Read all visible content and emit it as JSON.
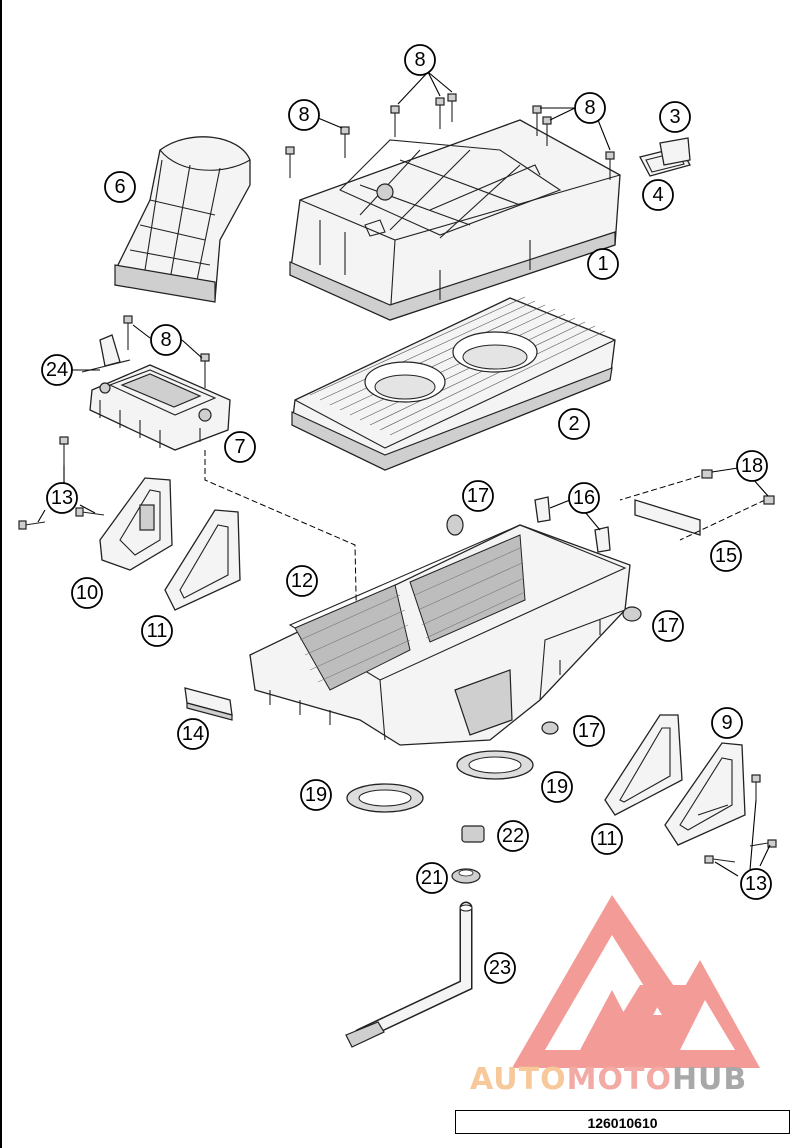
{
  "diagram_code": "126010610",
  "watermark": {
    "brand_part1": "AUTO",
    "brand_part2": "MOTO",
    "brand_part3": "HUB",
    "colors": {
      "auto": "#f6c89a",
      "moto": "#f3a9a4",
      "hub": "#a8a8a8",
      "logo": "#f28b85"
    }
  },
  "callouts": [
    {
      "id": "c8a",
      "label": "8"
    },
    {
      "id": "c8b",
      "label": "8"
    },
    {
      "id": "c8c",
      "label": "8"
    },
    {
      "id": "c8d",
      "label": "8"
    },
    {
      "id": "c3",
      "label": "3"
    },
    {
      "id": "c4",
      "label": "4"
    },
    {
      "id": "c1",
      "label": "1"
    },
    {
      "id": "c6",
      "label": "6"
    },
    {
      "id": "c2",
      "label": "2"
    },
    {
      "id": "c24",
      "label": "24"
    },
    {
      "id": "c7",
      "label": "7"
    },
    {
      "id": "c13a",
      "label": "13"
    },
    {
      "id": "c10",
      "label": "10"
    },
    {
      "id": "c11a",
      "label": "11"
    },
    {
      "id": "c12",
      "label": "12"
    },
    {
      "id": "c17a",
      "label": "17"
    },
    {
      "id": "c16",
      "label": "16"
    },
    {
      "id": "c18",
      "label": "18"
    },
    {
      "id": "c15",
      "label": "15"
    },
    {
      "id": "c17b",
      "label": "17"
    },
    {
      "id": "c14",
      "label": "14"
    },
    {
      "id": "c17c",
      "label": "17"
    },
    {
      "id": "c9",
      "label": "9"
    },
    {
      "id": "c19a",
      "label": "19"
    },
    {
      "id": "c19b",
      "label": "19"
    },
    {
      "id": "c11b",
      "label": "11"
    },
    {
      "id": "c22",
      "label": "22"
    },
    {
      "id": "c21",
      "label": "21"
    },
    {
      "id": "c13b",
      "label": "13"
    },
    {
      "id": "c23",
      "label": "23"
    }
  ]
}
